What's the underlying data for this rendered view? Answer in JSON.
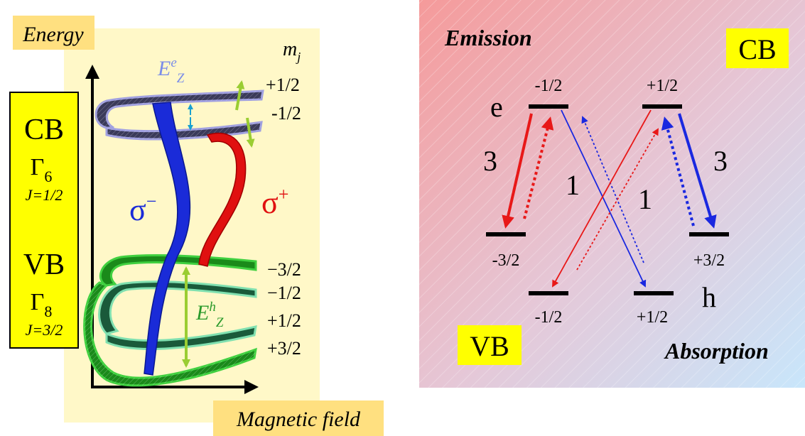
{
  "left_panel": {
    "axis_y_label": "Energy",
    "axis_x_label": "Magnetic field",
    "mj_header": {
      "base": "m",
      "sub": "j"
    },
    "mj_levels": [
      "+1/2",
      "-1/2",
      "−3/2",
      "−1/2",
      "+1/2",
      "+3/2"
    ],
    "ee_label": {
      "base": "E",
      "sup": "e",
      "sub": "Z"
    },
    "eh_label": {
      "base": "E",
      "sup": "h",
      "sub": "Z"
    },
    "sigma_minus": {
      "base": "σ",
      "sup": "−"
    },
    "sigma_plus": {
      "base": "σ",
      "sup": "+"
    },
    "cb_box": {
      "band": "CB",
      "gamma": "Γ",
      "gamma_sub": "6",
      "j": "J=1/2"
    },
    "vb_box": {
      "band": "VB",
      "gamma": "Γ",
      "gamma_sub": "8",
      "j": "J=3/2"
    },
    "colors": {
      "yellow_bg": "#fff8c8",
      "label_bg": "#ffe080",
      "box": "#ffff00",
      "sigma_minus": "#1a2bd8",
      "sigma_plus": "#e01010",
      "cb_band": "#3a3a5a",
      "vb_band": "#1a8a1a"
    }
  },
  "right_panel": {
    "emission": "Emission",
    "absorption": "Absorption",
    "cb": "CB",
    "vb": "VB",
    "e": "e",
    "h": "h",
    "cb_levels": [
      "-1/2",
      "+1/2"
    ],
    "vb_levels_outer": [
      "-3/2",
      "+3/2"
    ],
    "vb_levels_inner": [
      "-1/2",
      "+1/2"
    ],
    "strength_labels": [
      "3",
      "1",
      "1",
      "3"
    ],
    "colors": {
      "red": "#e81818",
      "blue": "#1a28e0",
      "box": "#ffff00"
    }
  }
}
